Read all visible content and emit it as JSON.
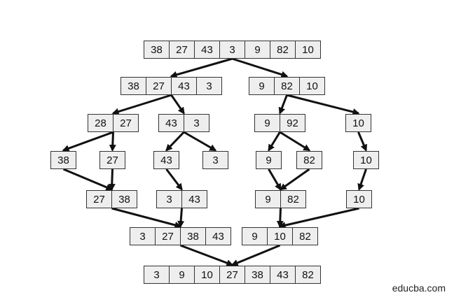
{
  "diagram": {
    "colors": {
      "cell_fill": "#eeeeee",
      "cell_border": "#333333",
      "arrow": "#111111"
    },
    "levels": [
      {
        "arrays": [
          {
            "id": "a0",
            "values": [
              "38",
              "27",
              "43",
              "3",
              "9",
              "82",
              "10"
            ]
          }
        ]
      },
      {
        "arrays": [
          {
            "id": "b0",
            "values": [
              "38",
              "27",
              "43",
              "3"
            ]
          },
          {
            "id": "b1",
            "values": [
              "9",
              "82",
              "10"
            ]
          }
        ]
      },
      {
        "arrays": [
          {
            "id": "c0",
            "values": [
              "28",
              "27"
            ]
          },
          {
            "id": "c1",
            "values": [
              "43",
              "3"
            ]
          },
          {
            "id": "c2",
            "values": [
              "9",
              "92"
            ]
          },
          {
            "id": "c3",
            "values": [
              "10"
            ]
          }
        ]
      },
      {
        "arrays": [
          {
            "id": "d0",
            "values": [
              "38"
            ]
          },
          {
            "id": "d1",
            "values": [
              "27"
            ]
          },
          {
            "id": "d2",
            "values": [
              "43"
            ]
          },
          {
            "id": "d3",
            "values": [
              "3"
            ]
          },
          {
            "id": "d4",
            "values": [
              "9"
            ]
          },
          {
            "id": "d5",
            "values": [
              "82"
            ]
          },
          {
            "id": "d6",
            "values": [
              "10"
            ]
          }
        ]
      },
      {
        "arrays": [
          {
            "id": "e0",
            "values": [
              "27",
              "38"
            ]
          },
          {
            "id": "e1",
            "values": [
              "3",
              "43"
            ]
          },
          {
            "id": "e2",
            "values": [
              "9",
              "82"
            ]
          },
          {
            "id": "e3",
            "values": [
              "10"
            ]
          }
        ]
      },
      {
        "arrays": [
          {
            "id": "f0",
            "values": [
              "3",
              "27",
              "38",
              "43"
            ]
          },
          {
            "id": "f1",
            "values": [
              "9",
              "10",
              "82"
            ]
          }
        ]
      },
      {
        "arrays": [
          {
            "id": "g0",
            "values": [
              "3",
              "9",
              "10",
              "27",
              "38",
              "43",
              "82"
            ]
          }
        ]
      }
    ],
    "edges": [
      [
        "a0",
        "b0"
      ],
      [
        "a0",
        "b1"
      ],
      [
        "b0",
        "c0"
      ],
      [
        "b0",
        "c1"
      ],
      [
        "b1",
        "c2"
      ],
      [
        "b1",
        "c3"
      ],
      [
        "c0",
        "d0"
      ],
      [
        "c0",
        "d1"
      ],
      [
        "c1",
        "d2"
      ],
      [
        "c1",
        "d3"
      ],
      [
        "c2",
        "d4"
      ],
      [
        "c2",
        "d5"
      ],
      [
        "c3",
        "d6"
      ],
      [
        "d0",
        "e0"
      ],
      [
        "d1",
        "e0"
      ],
      [
        "d2",
        "e1"
      ],
      [
        "d4",
        "e2"
      ],
      [
        "d5",
        "e2"
      ],
      [
        "d6",
        "e3"
      ],
      [
        "e0",
        "f0"
      ],
      [
        "e1",
        "f0"
      ],
      [
        "e2",
        "f1"
      ],
      [
        "e3",
        "f1"
      ],
      [
        "f0",
        "g0"
      ],
      [
        "f1",
        "g0"
      ]
    ]
  },
  "watermark": "educba.com"
}
